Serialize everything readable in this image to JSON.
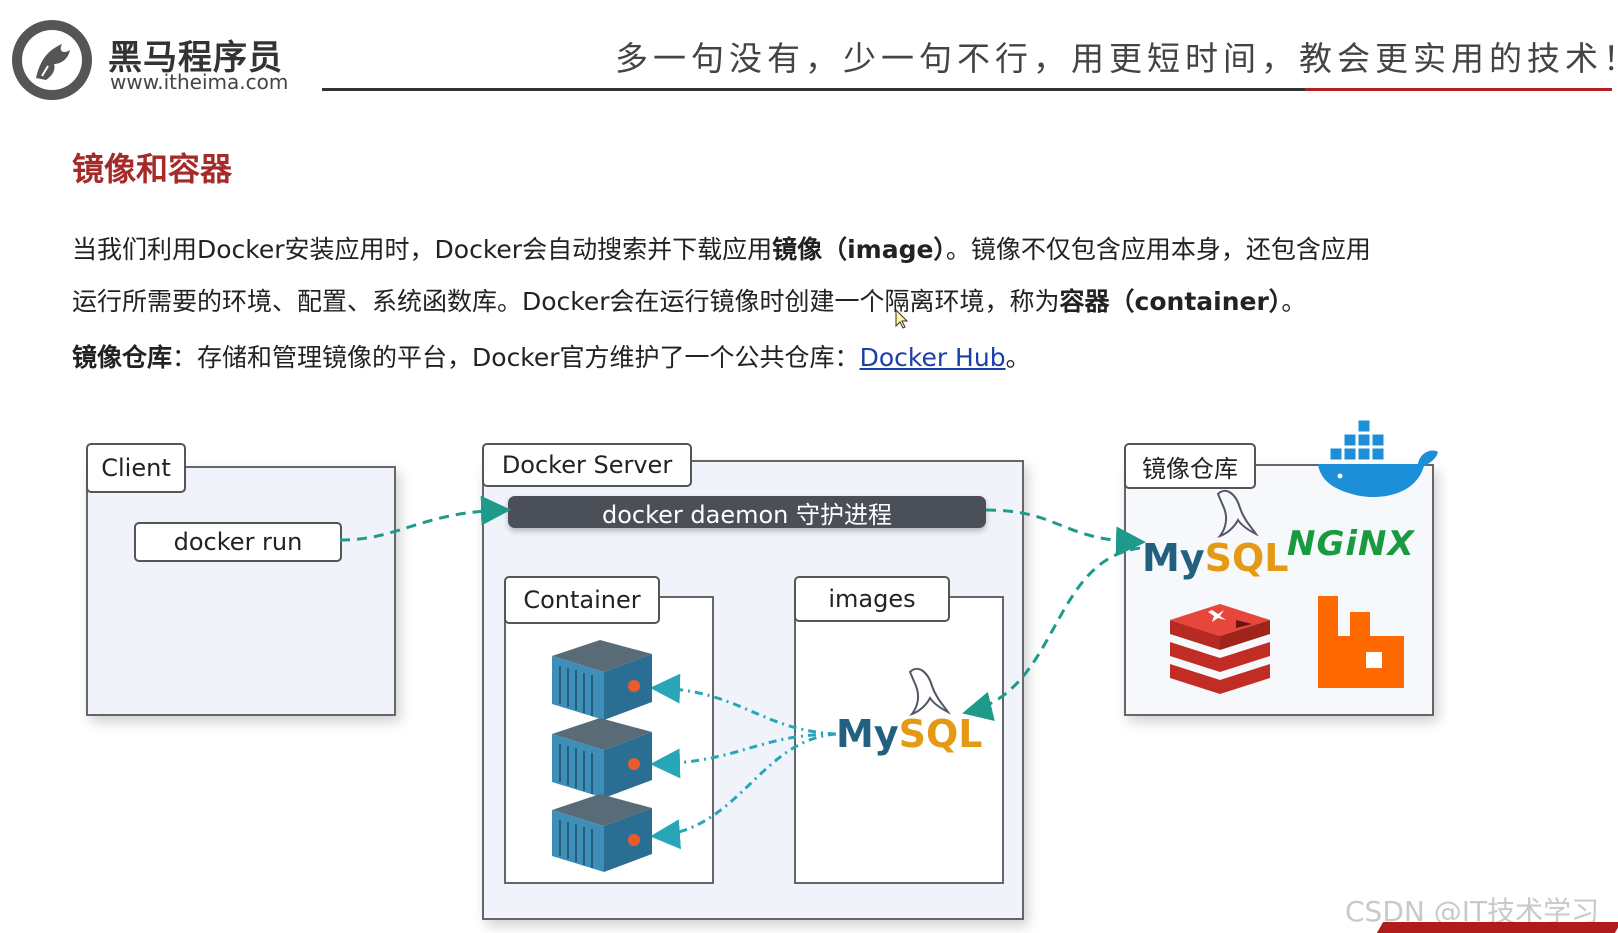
{
  "header": {
    "brand_name": "黑马程序员",
    "brand_url": "www.itheima.com",
    "slogan": "多一句没有，少一句不行，用更短时间，教会更实用的技术！"
  },
  "section_title": "镜像和容器",
  "paragraph1": {
    "line1_prefix": "当我们利用Docker安装应用时，Docker会自动搜索并下载应用",
    "line1_bold": "镜像（image）",
    "line1_suffix": "。镜像不仅包含应用本身，还包含应用",
    "line2_prefix": "运行所需要的环境、配置、系统函数库。Docker会在运行镜像时创建一个隔离环境，称为",
    "line2_bold": "容器（container）",
    "line2_suffix": "。"
  },
  "paragraph2": {
    "bold": "镜像仓库",
    "text": "：存储和管理镜像的平台，Docker官方维护了一个公共仓库：",
    "link": "Docker Hub",
    "suffix": "。"
  },
  "diagram": {
    "client": {
      "tab": "Client",
      "command": "docker run"
    },
    "server": {
      "tab": "Docker Server",
      "daemon": "docker daemon 守护进程",
      "container_tab": "Container",
      "images_tab": "images"
    },
    "registry": {
      "tab": "镜像仓库"
    },
    "mysql": {
      "my": "My",
      "sql": "SQL"
    },
    "nginx": "NGiNX"
  },
  "icons": [
    "itheima-logo-icon",
    "docker-whale-icon",
    "dolphin-icon",
    "container-icon",
    "redis-icon",
    "rabbitmq-icon",
    "cursor-icon"
  ],
  "colors": {
    "title_red": "#a52a2a",
    "link_blue": "#1a3fa8",
    "arrow_teal": "#1e9a8a",
    "daemon_bar": "#4a4f58",
    "nginx_green": "#189a3f",
    "redis_red": "#d1302a",
    "rabbitmq_orange": "#ff6a00"
  },
  "watermark": "CSDN @IT技术学习"
}
